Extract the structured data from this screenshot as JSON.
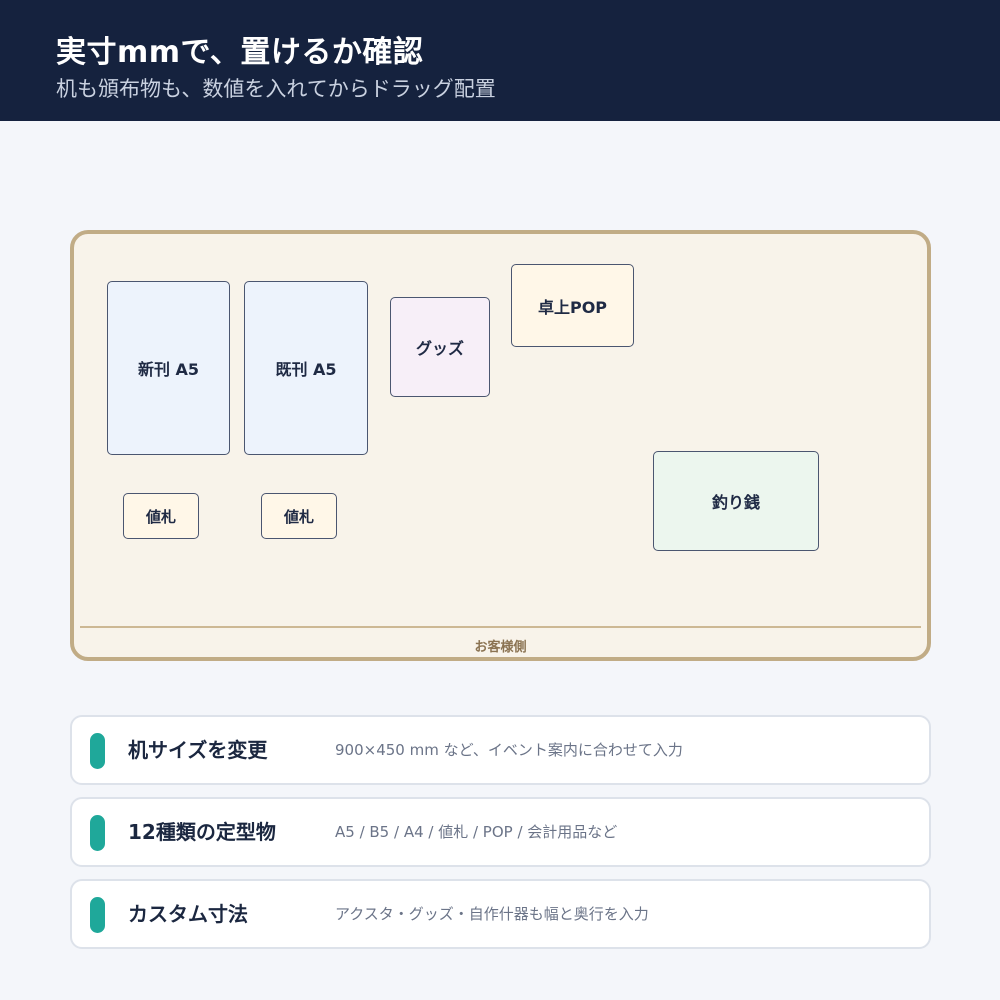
{
  "header": {
    "title": "実寸mmで、置けるか確認",
    "subtitle": "机も頒布物も、数値を入れてからドラッグ配置"
  },
  "desk": {
    "customer_side_label": "お客様側",
    "items": {
      "new_book": "新刊 A5",
      "back_book": "既刊 A5",
      "goods": "グッズ",
      "tabletop_pop": "卓上POP",
      "price_tag_1": "値札",
      "price_tag_2": "値札",
      "change": "釣り銭"
    }
  },
  "features": [
    {
      "title": "机サイズを変更",
      "desc": "900×450 mm など、イベント案内に合わせて入力"
    },
    {
      "title": "12種類の定型物",
      "desc": "A5 / B5 / A4 / 値札 / POP / 会計用品など"
    },
    {
      "title": "カスタム寸法",
      "desc": "アクスタ・グッズ・自作什器も幅と奥行を入力"
    }
  ],
  "colors": {
    "header_bg": "#15223e",
    "accent": "#1fa89a",
    "desk_border": "#c1ac86"
  }
}
